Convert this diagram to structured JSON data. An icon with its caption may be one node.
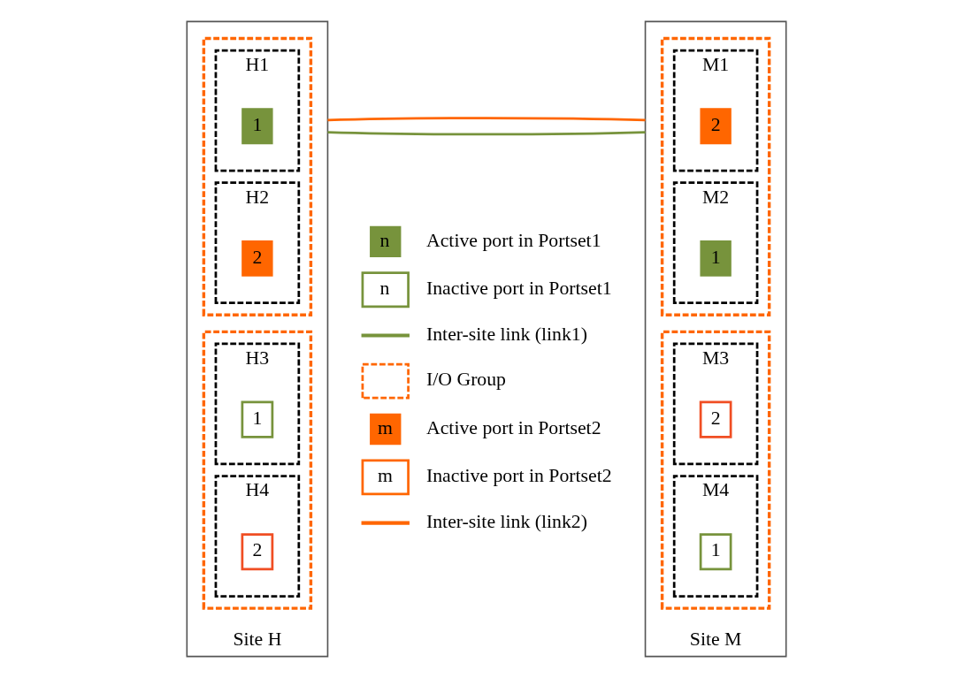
{
  "diagram": {
    "nodes": [
      {
        "text": [
          "Site H"
        ]
      },
      {
        "text": [],
        "shape": "box",
        "in": 0
      },
      {
        "text": [
          "H1"
        ],
        "in": 1
      },
      {
        "text": [
          "1"
        ],
        "in": 2
      },
      {
        "text": [
          "H2"
        ],
        "in": 1
      },
      {
        "text": [
          "2"
        ],
        "in": 4
      },
      {
        "text": [],
        "shape": "box",
        "in": 0
      },
      {
        "text": [
          "H3"
        ],
        "in": 6
      },
      {
        "text": [
          "1"
        ],
        "in": 7
      },
      {
        "text": [
          "H4"
        ],
        "in": 6
      },
      {
        "text": [
          "2"
        ],
        "in": 9
      },
      {
        "text": [
          "Site M"
        ]
      },
      {
        "text": [],
        "shape": "box",
        "in": 11
      },
      {
        "text": [
          "M1"
        ],
        "in": 12
      },
      {
        "text": [
          "2"
        ],
        "in": 13
      },
      {
        "text": [
          "M2"
        ],
        "in": 12
      },
      {
        "text": [
          "1"
        ],
        "in": 15
      },
      {
        "text": [],
        "shape": "box",
        "in": 11
      },
      {
        "text": [
          "M3"
        ],
        "in": 17
      },
      {
        "text": [
          "2"
        ],
        "in": 18
      },
      {
        "text": [
          "M4"
        ],
        "in": 17
      },
      {
        "text": [
          "1"
        ],
        "in": 20
      }
    ],
    "edges": [
      {
        "from": 0,
        "to": 11,
        "arrow": "none",
        "color": "#77933c"
      },
      {
        "from": 0,
        "to": 11,
        "arrow": "none",
        "color": "#ff6600"
      }
    ],
    "labels": [
      "n",
      "n",
      "m",
      "m"
    ],
    "legend": [
      {
        "text": "Active port in Portset1",
        "color": "#77933c"
      },
      {
        "text": "Inactive port in Portset1"
      },
      {
        "text": "Inter-site link (link1)"
      },
      {
        "text": "I/O Group"
      },
      {
        "text": "Active port in Portset2",
        "color": "#ff6600"
      },
      {
        "text": "Inactive port in Portset2"
      },
      {
        "text": "Inter-site link (link2)"
      }
    ]
  }
}
